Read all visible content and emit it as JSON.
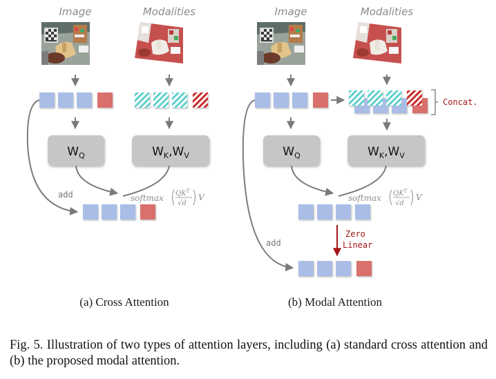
{
  "headers": {
    "image": "Image",
    "modalities": "Modalities"
  },
  "blocks": {
    "query": "W",
    "query_sub": "Q",
    "kv_k": "W",
    "kv_k_sub": "K",
    "kv_sep": ",",
    "kv_v": "W",
    "kv_v_sub": "V"
  },
  "formula": {
    "fn": "softmax",
    "num": "QK",
    "sup": "T",
    "den": "√d",
    "tail": "V"
  },
  "labels": {
    "add": "add",
    "concat": "Concat.",
    "zero_line1": "Zero",
    "zero_line2": "Linear"
  },
  "subcaptions": {
    "a": "(a) Cross Attention",
    "b": "(b) Modal Attention"
  },
  "caption": "Fig. 5.  Illustration of two types of attention layers, including (a) standard cross attention and (b) the proposed modal attention.",
  "colors": {
    "token_blue": "#a9bde6",
    "token_red": "#d9706c",
    "stripe_teal": "#5ecfcc",
    "stripe_red": "#cc2a2a",
    "block_gray": "#c6c6c6",
    "arrow_gray": "#7a7a7a",
    "arrow_red": "#a31515"
  }
}
